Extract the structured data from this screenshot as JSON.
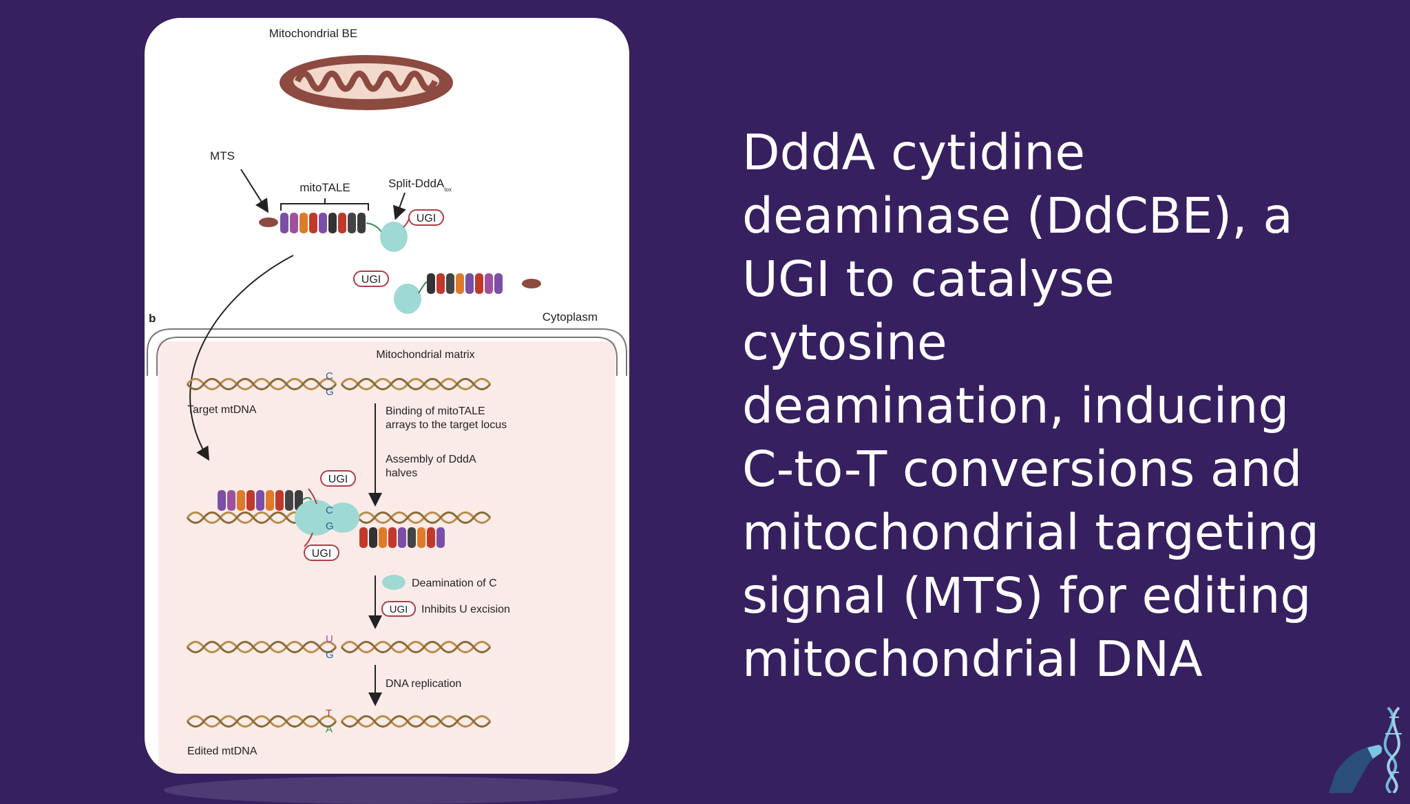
{
  "figure": {
    "title": "Mitochondrial BE",
    "panel_b_label": "b",
    "labels": {
      "mts": "MTS",
      "mitotale": "mitoTALE",
      "split_ddda": "Split-DddA",
      "split_ddda_sub": "tox",
      "ugi": "UGI",
      "cytoplasm": "Cytoplasm",
      "matrix": "Mitochondrial matrix",
      "target_mtdna": "Target mtDNA",
      "binding": [
        "Binding of mitoTALE",
        "arrays to the target locus"
      ],
      "assembly": [
        "Assembly of DddA",
        "halves"
      ],
      "deamination": "Deamination of C",
      "inhibits": "Inhibits U excision",
      "replication": "DNA replication",
      "edited_mtdna": "Edited mtDNA"
    },
    "bases": {
      "target_top": "C",
      "target_bottom": "G",
      "bound_top": "C",
      "bound_bottom": "G",
      "deaminated_top": "U",
      "deaminated_bottom": "G",
      "edited_top": "T",
      "edited_bottom": "A"
    },
    "colors": {
      "dna": "#b88d4a",
      "ddda": "#9fd9d4",
      "ugi_stroke": "#b23a44",
      "mito_body": "#8c4a40",
      "matrix_fill": "#fbebe8",
      "tale_repeats": [
        "#7b4fa5",
        "#e07a2b",
        "#c0392b",
        "#a0519e",
        "#333333",
        "#3c3c3c"
      ]
    }
  },
  "caption_lines": [
    "DddA cytidine",
    "deaminase (DdCBE), a",
    "UGI to catalyse",
    "cytosine",
    "deamination, inducing",
    "C-to-T conversions and",
    "mitochondrial targeting",
    "signal (MTS) for editing",
    "mitochondrial DNA"
  ]
}
